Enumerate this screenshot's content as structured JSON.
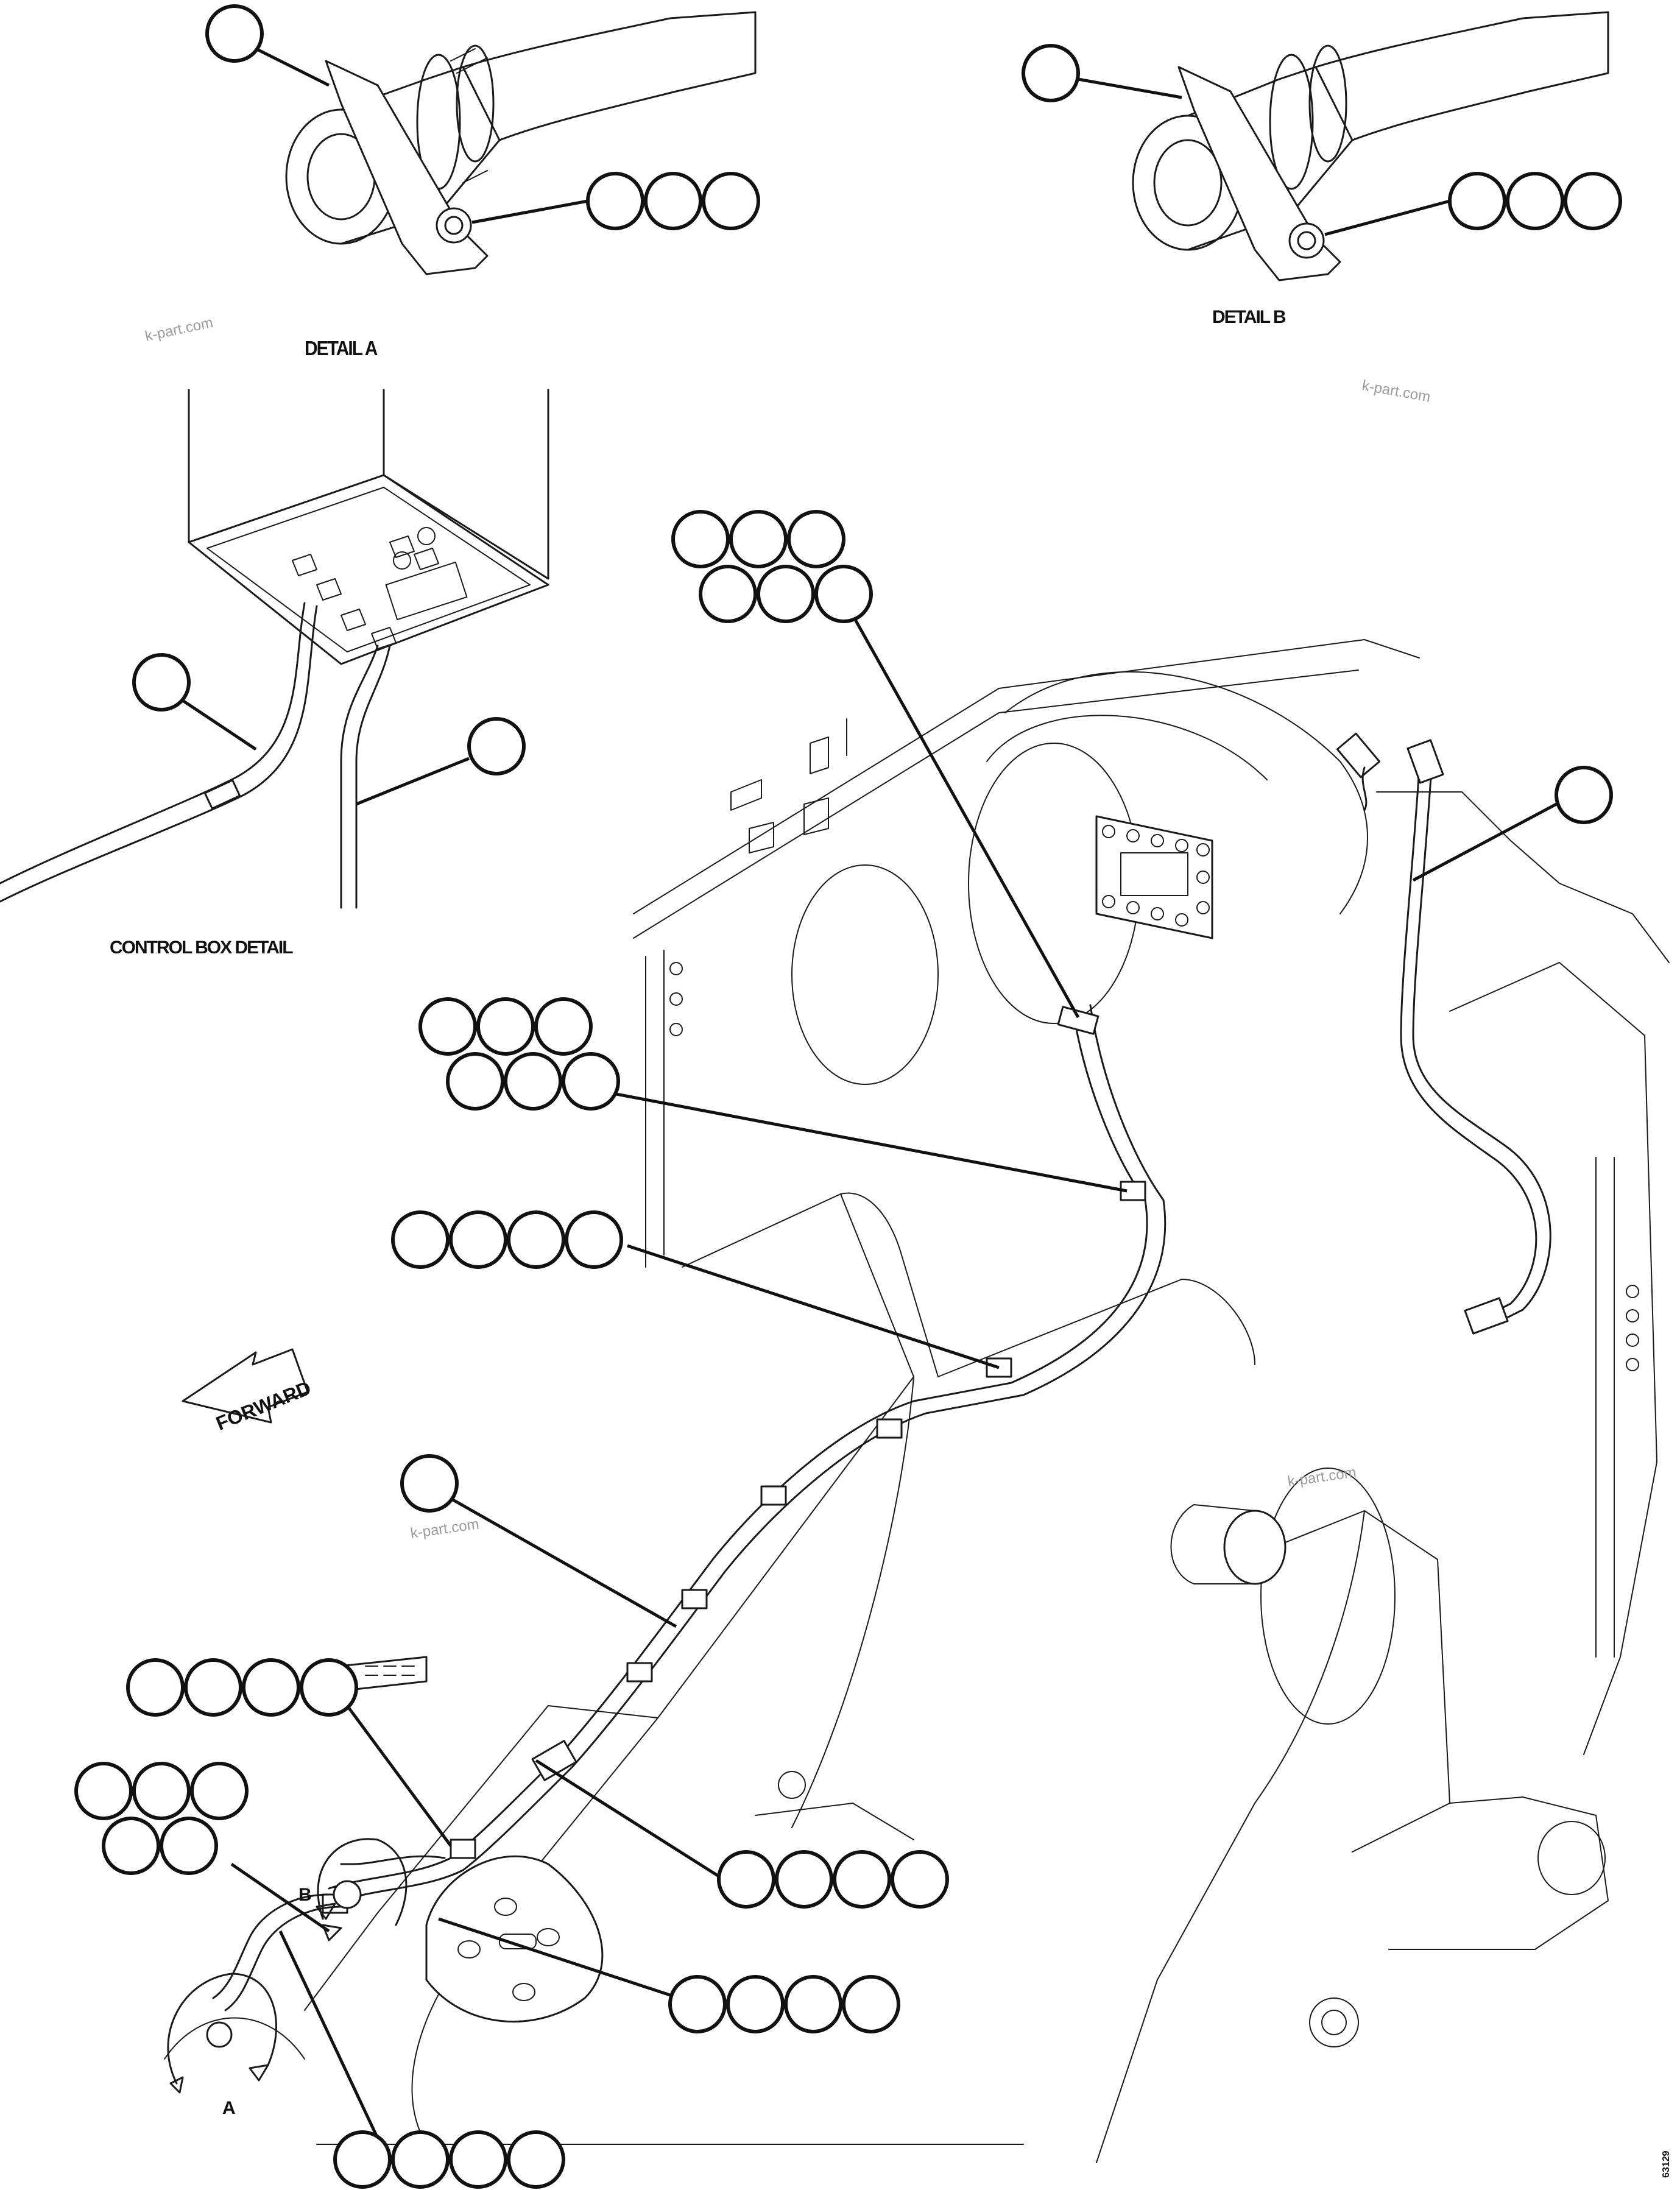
{
  "labels": {
    "detail_a": "DETAIL A",
    "detail_b": "DETAIL B",
    "control_box_detail": "CONTROL BOX DETAIL",
    "forward": "FORWARD",
    "view_a": "A",
    "view_b": "B",
    "drawing_number": "63129"
  },
  "watermark": {
    "text": "k-part.com"
  },
  "callout_groups": [
    {
      "id": "detail-a-bracket",
      "count": 1
    },
    {
      "id": "detail-a-bolt",
      "count": 3
    },
    {
      "id": "detail-b-bracket",
      "count": 1
    },
    {
      "id": "detail-b-bolt",
      "count": 3
    },
    {
      "id": "control-box-harness-left",
      "count": 1
    },
    {
      "id": "control-box-harness-right",
      "count": 1
    },
    {
      "id": "clip-top",
      "count": 6
    },
    {
      "id": "connector-right",
      "count": 1
    },
    {
      "id": "clamp-mid",
      "count": 6
    },
    {
      "id": "clamp-frame",
      "count": 4
    },
    {
      "id": "harness-main",
      "count": 1
    },
    {
      "id": "clamp-lower-left",
      "count": 4
    },
    {
      "id": "clamp-left-stack",
      "count": 5
    },
    {
      "id": "clamp-lower-right",
      "count": 4
    },
    {
      "id": "clamp-front",
      "count": 4
    },
    {
      "id": "clamp-bottom",
      "count": 4
    }
  ]
}
